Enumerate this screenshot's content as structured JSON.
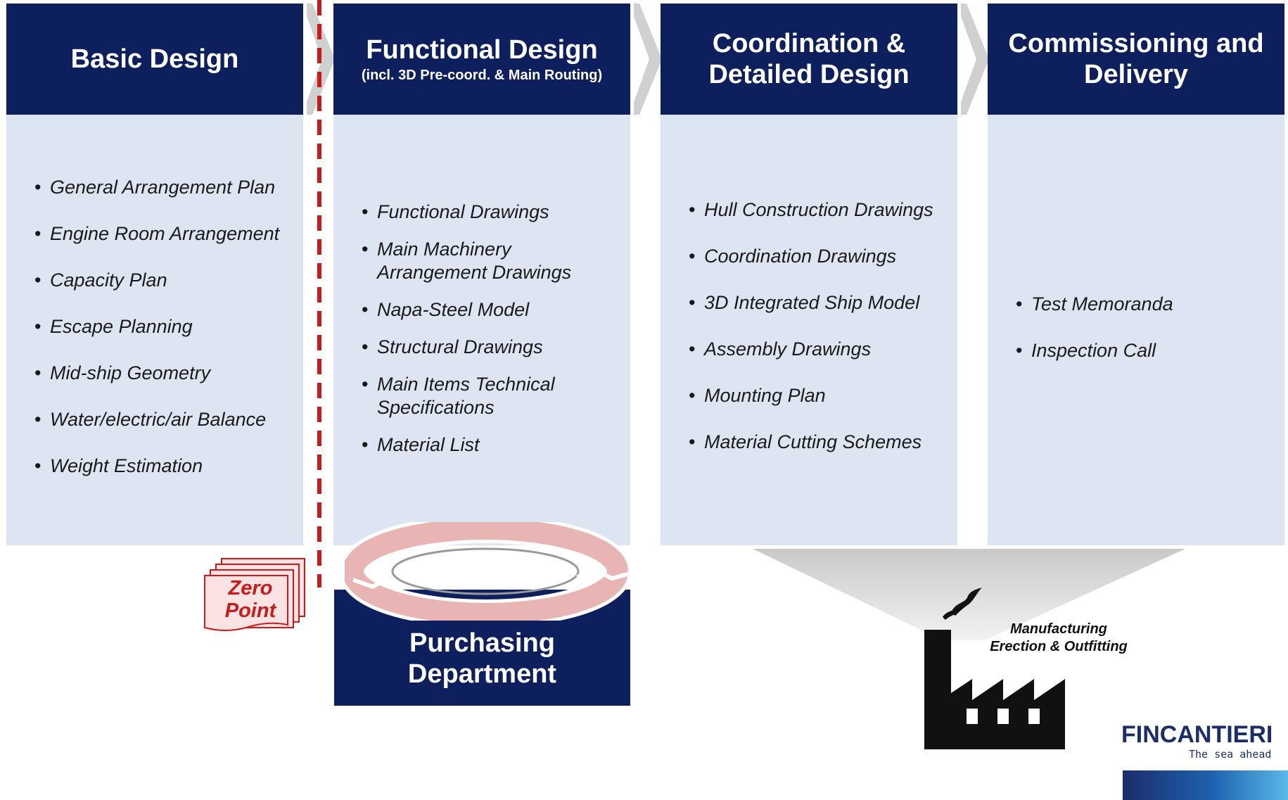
{
  "columns": [
    {
      "title": "Basic Design",
      "subtitle": "",
      "items": [
        "General Arrangement Plan",
        "Engine Room Arrangement",
        "Capacity Plan",
        "Escape Planning",
        "Mid-ship Geometry",
        "Water/electric/air Balance",
        "Weight Estimation"
      ]
    },
    {
      "title": "Functional Design",
      "subtitle": "(incl. 3D Pre-coord. & Main Routing)",
      "items": [
        "Functional Drawings",
        "Main Machinery\nArrangement Drawings",
        "Napa-Steel Model",
        "Structural Drawings",
        "Main Items Technical\nSpecifications",
        "Material List"
      ]
    },
    {
      "title": "Coordination &\nDetailed Design",
      "subtitle": "",
      "items": [
        "Hull Construction Drawings",
        "Coordination Drawings",
        "3D Integrated Ship Model",
        "Assembly Drawings",
        "Mounting Plan",
        "Material Cutting Schemes"
      ]
    },
    {
      "title": "Commissioning and\nDelivery",
      "subtitle": "",
      "items": [
        "Test Memoranda",
        "Inspection Call"
      ]
    }
  ],
  "purchasing": {
    "label": "Purchasing\nDepartment"
  },
  "zero_point": {
    "label": "Zero\nPoint"
  },
  "factory": {
    "label": "Manufacturing\nErection & Outfitting",
    "icon": "factory-icon"
  },
  "logo": {
    "name": "FINCANTIERI",
    "tagline": "The sea ahead"
  },
  "colors": {
    "header": "#0d1f5c",
    "panel": "#dce5f1",
    "accent_red": "#cc1a1a",
    "ring": "#e8b4b4"
  }
}
